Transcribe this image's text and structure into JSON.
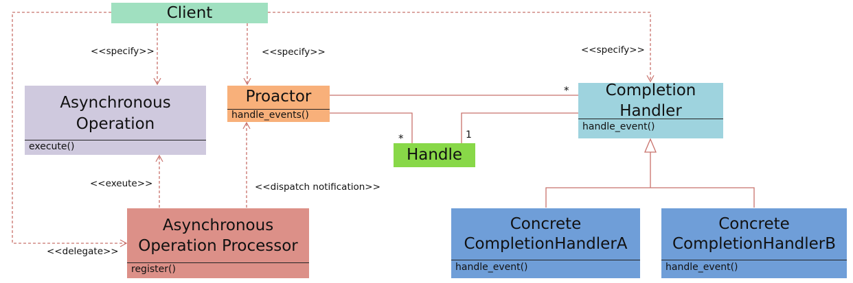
{
  "colors": {
    "line": "#c8706a",
    "client_fill": "#a0e0c0",
    "async_op_fill": "#cfc9de",
    "proactor_fill": "#f8b07a",
    "handle_fill": "#88d848",
    "completion_handler_fill": "#9ed3de",
    "processor_fill": "#dc9088",
    "concrete_fill": "#6f9ed8"
  },
  "classes": {
    "client": {
      "name": "Client"
    },
    "async_operation": {
      "name_line1": "Asynchronous",
      "name_line2": "Operation",
      "method": "execute()"
    },
    "proactor": {
      "name": "Proactor",
      "method": "handle_events()"
    },
    "handle": {
      "name": "Handle"
    },
    "completion_handler": {
      "name_line1": "Completion",
      "name_line2": "Handler",
      "method": "handle_event()"
    },
    "processor": {
      "name_line1": "Asynchronous",
      "name_line2": "Operation Processor",
      "method": "register()"
    },
    "concrete_a": {
      "name_line1": "Concrete",
      "name_line2": "CompletionHandlerA",
      "method": "handle_event()"
    },
    "concrete_b": {
      "name_line1": "Concrete",
      "name_line2": "CompletionHandlerB",
      "method": "handle_event()"
    }
  },
  "relations": {
    "specify_async": "<<specify>>",
    "specify_proactor": "<<specify>>",
    "specify_handler": "<<specify>>",
    "execute": "<<exeute>>",
    "dispatch": "<<dispatch notification>>",
    "delegate": "<<delegate>>",
    "mult_handler_proactor": "*",
    "mult_handle_proactor": "*",
    "mult_handle_handler": "1"
  }
}
